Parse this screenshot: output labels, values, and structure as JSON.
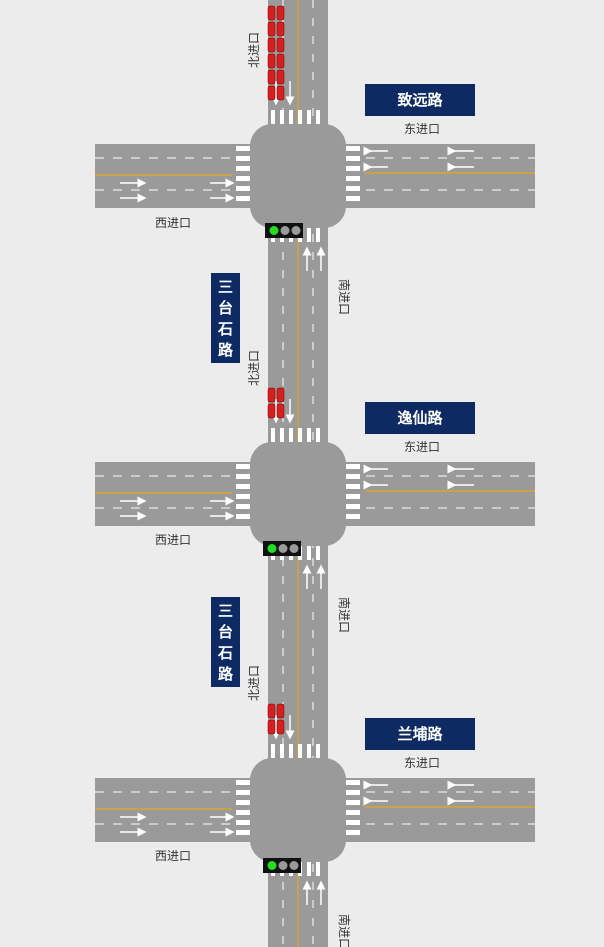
{
  "colors": {
    "background": "#ececec",
    "road": "#9a9a9a",
    "marking": "#ffffff",
    "center_line": "#c9a24a",
    "sign_bg": "#0d2a63",
    "car": "#d61f1f",
    "signal_green": "#22dd22",
    "signal_off": "#9a9a9a"
  },
  "main_road": {
    "name": "三台石路",
    "chars": [
      "三",
      "台",
      "石",
      "路"
    ]
  },
  "intersections": [
    {
      "cross_street": "致远路",
      "east_label": "东进口",
      "west_label": "西进口",
      "north_label": "北进口",
      "south_label": "南进口",
      "signal_state": "green"
    },
    {
      "cross_street": "逸仙路",
      "east_label": "东进口",
      "west_label": "西进口",
      "north_label": "北进口",
      "south_label": "南进口",
      "signal_state": "green"
    },
    {
      "cross_street": "兰埔路",
      "east_label": "东进口",
      "west_label": "西进口",
      "north_label": "北进口",
      "south_label": "南进口",
      "signal_state": "green"
    }
  ],
  "queues": [
    {
      "approach": "north-1",
      "columns": 2,
      "cars": 6
    },
    {
      "approach": "north-2",
      "columns": 2,
      "cars": 2
    },
    {
      "approach": "north-3",
      "columns": 2,
      "cars": 2
    }
  ]
}
